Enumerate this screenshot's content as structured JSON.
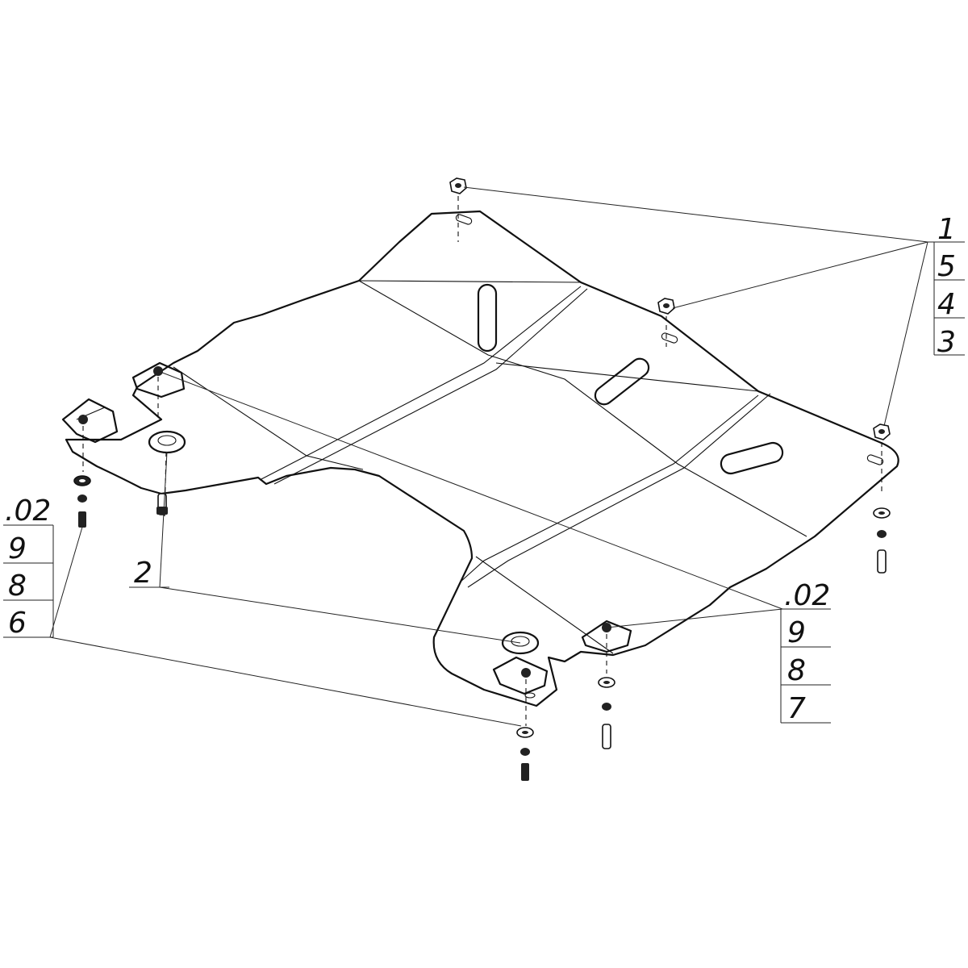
{
  "drawing": {
    "background": "#ffffff",
    "line_color": "#111111",
    "fill_dark": "#222222",
    "fill_light": "#ffffff"
  },
  "callouts": {
    "right_top": [
      "1",
      "5",
      "4",
      "3"
    ],
    "left": [
      ".02",
      "9",
      "8",
      "6"
    ],
    "right_bottom": [
      ".02",
      "9",
      "8",
      "7"
    ],
    "center": "2"
  }
}
